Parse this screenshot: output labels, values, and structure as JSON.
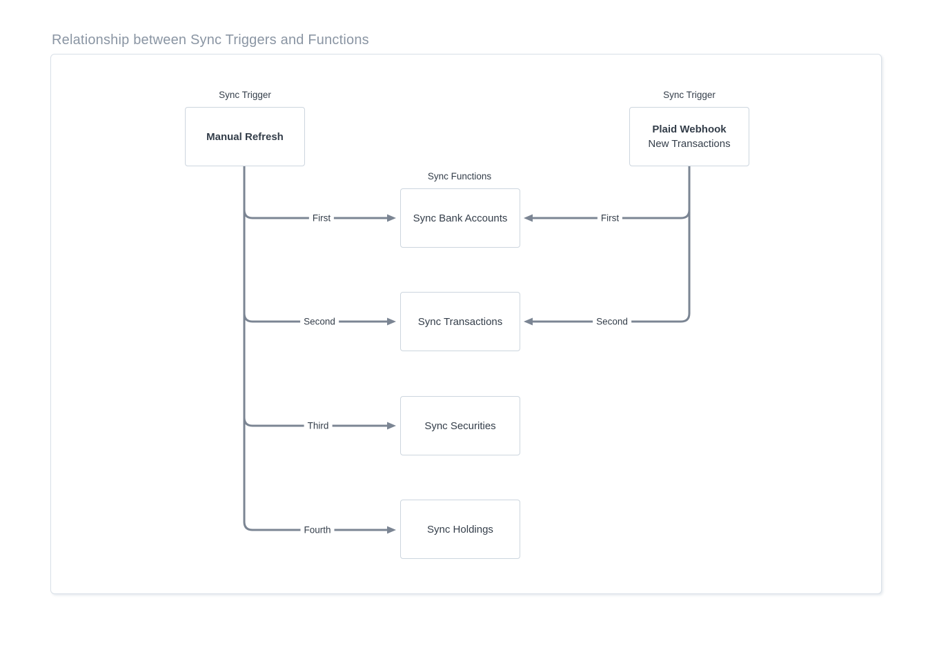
{
  "page": {
    "title": "Relationship between Sync Triggers and Functions"
  },
  "diagram": {
    "trigger_group_label_left": "Sync Trigger",
    "trigger_group_label_right": "Sync Trigger",
    "functions_group_label": "Sync Functions",
    "triggers": [
      {
        "title": "Manual Refresh",
        "subtitle": ""
      },
      {
        "title": "Plaid Webhook",
        "subtitle": "New Transactions"
      }
    ],
    "functions": [
      "Sync Bank Accounts",
      "Sync Transactions",
      "Sync Securities",
      "Sync Holdings"
    ],
    "edges": {
      "manual_refresh": [
        "First",
        "Second",
        "Third",
        "Fourth"
      ],
      "plaid_webhook": [
        "First",
        "Second"
      ]
    },
    "colors": {
      "connector_line": "#7b8593",
      "node_border": "#ccd5de",
      "node_text": "#333d49",
      "page_title_text": "#8a95a3",
      "container_border": "#d8dfe7",
      "background": "#ffffff"
    }
  }
}
